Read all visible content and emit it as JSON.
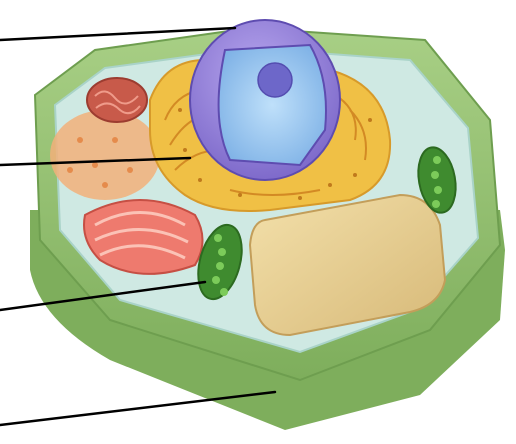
{
  "figure": {
    "subject": "plant-cell-diagram",
    "labels": [
      {
        "target": "nucleus",
        "text": ""
      },
      {
        "target": "endoplasmic-reticulum",
        "text": ""
      },
      {
        "target": "chloroplast",
        "text": ""
      },
      {
        "target": "cell-wall",
        "text": ""
      }
    ],
    "colors": {
      "cell_wall": "#8fbf6a",
      "cell_wall_dark": "#6e9e4f",
      "cytoplasm": "#cfe9e3",
      "vacuole": "#e9d39a",
      "nucleus": "#8f7bd6",
      "nucleus_inner": "#9fc7ef",
      "nucleolus": "#6d67c9",
      "er": "#f0c045",
      "golgi": "#ee7a6e",
      "mitochondrion": "#c85a4a",
      "chloroplast": "#3f8b2f",
      "leader_line": "#000000"
    }
  }
}
